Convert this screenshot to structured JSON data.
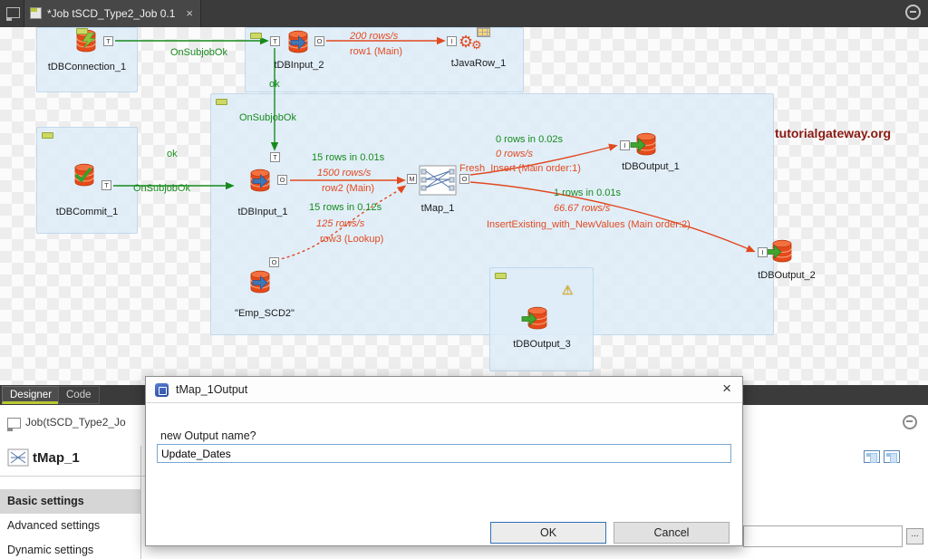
{
  "titlebar": {
    "tab_title": "*Job tSCD_Type2_Job 0.1",
    "close_label": "×"
  },
  "ports": {
    "trigger": "T",
    "output": "O",
    "input": "I",
    "main": "M"
  },
  "canvas": {
    "watermark": "tutorialgateway.org",
    "components": {
      "dbconnection1": "tDBConnection_1",
      "dbinput2": "tDBInput_2",
      "javarow1": "tJavaRow_1",
      "dbcommit1": "tDBCommit_1",
      "dbinput1": "tDBInput_1",
      "tmap1": "tMap_1",
      "dboutput1": "tDBOutput_1",
      "dboutput2": "tDBOutput_2",
      "empscd2": "\"Emp_SCD2\"",
      "dboutput3": "tDBOutput_3"
    },
    "links": {
      "onsubjobok_top": "OnSubjobOk",
      "ok_top": "ok",
      "onsubjobok_mid": "OnSubjobOk",
      "ok_mid": "ok",
      "onsubjobok_left": "OnSubjobOk",
      "row1": {
        "rate": "200 rows/s",
        "name": "row1 (Main)"
      },
      "row2": {
        "stats": "15 rows in 0.01s",
        "rate": "1500 rows/s",
        "name": "row2 (Main)"
      },
      "row3": {
        "stats": "15 rows in 0.12s",
        "rate": "125 rows/s",
        "name": "row3 (Lookup)"
      },
      "fresh": {
        "stats": "0 rows in 0.02s",
        "rate": "0 rows/s",
        "name": "Fresh_Insert (Main order:1)"
      },
      "insert": {
        "stats": "1 rows in 0.01s",
        "rate": "66.67 rows/s",
        "name": "InsertExisting_with_NewValues (Main order:2)"
      }
    }
  },
  "bottom": {
    "tabs": {
      "designer": "Designer",
      "code": "Code"
    },
    "job_label": "Job(tSCD_Type2_Jo",
    "component_title": "tMap_1",
    "settings": [
      "Basic settings",
      "Advanced settings",
      "Dynamic settings"
    ],
    "more_label": "..."
  },
  "dialog": {
    "title": "tMap_1Output",
    "close_label": "×",
    "prompt": "new Output name?",
    "input_value": "Update_Dates",
    "ok_label": "OK",
    "cancel_label": "Cancel"
  }
}
